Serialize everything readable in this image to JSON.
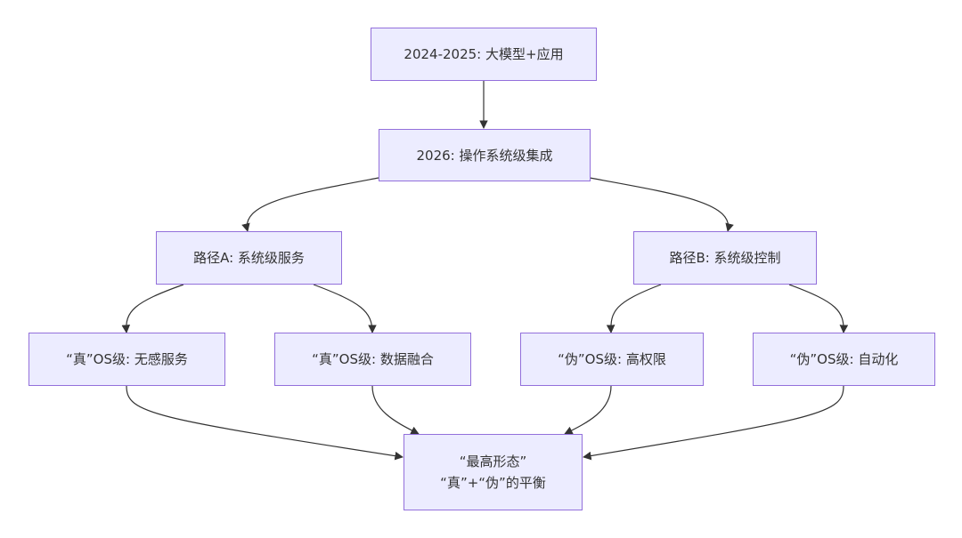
{
  "nodes": {
    "n2024": "2024-2025: 大模型+应用",
    "n2026": "2026: 操作系统级集成",
    "pathA": "路径A: 系统级服务",
    "pathB": "路径B: 系统级控制",
    "trueSeamless": "“真”OS级: 无感服务",
    "trueFusion": "“真”OS级: 数据融合",
    "pseudoPrivilege": "“伪”OS级: 高权限",
    "pseudoAuto": "“伪”OS级: 自动化",
    "final": {
      "line1": "“最高形态”",
      "line2": "“真”+“伪”的平衡"
    }
  },
  "colors": {
    "node_fill": "#ececff",
    "node_border": "#9370db",
    "edge": "#333333",
    "text": "#333333"
  }
}
